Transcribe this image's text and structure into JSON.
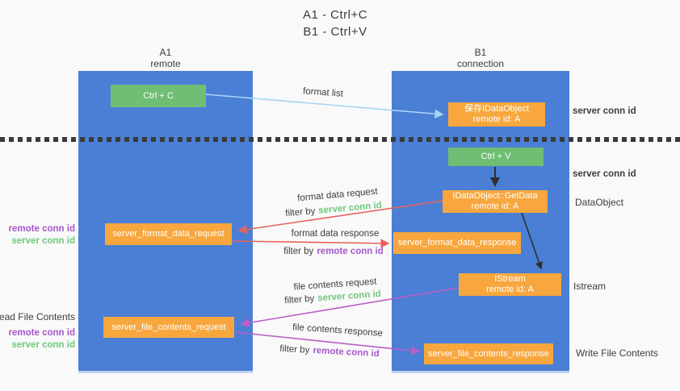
{
  "title": {
    "line1": "A1 - Ctrl+C",
    "line2": "B1 - Ctrl+V"
  },
  "columns": {
    "left": {
      "name": "A1",
      "subtitle": "remote"
    },
    "right": {
      "name": "B1",
      "subtitle": "connection"
    }
  },
  "nodes": {
    "ctrl_c": "Ctrl + C",
    "ctrl_v": "Ctrl + V",
    "save_idataobject": {
      "line1": "保存IDataObject",
      "line2": "remote id: A"
    },
    "getdata": {
      "line1": "IDataObject::GetData",
      "line2": "remote id: A"
    },
    "istream": {
      "line1": "IStream",
      "line2": "remote id: A"
    },
    "format_request": "server_format_data_request",
    "format_response": "server_format_data_response",
    "file_request": "server_file_contents_request",
    "file_response": "server_file_contents_response"
  },
  "edge_labels": {
    "format_list": "format list",
    "format_data_request": "format data request",
    "format_data_response": "format data response",
    "file_contents_request": "file contents request",
    "file_contents_response": "file contents response",
    "filter_by": "filter by",
    "server_conn_id": "server conn id",
    "remote_conn_id": "remote conn id"
  },
  "side_labels": {
    "right_server_conn_id_top": "server conn id",
    "right_server_conn_id_mid": "server conn id",
    "dataobject": "DataObject",
    "istream": "Istream",
    "write_file_contents": "Write File Contents",
    "read_file_contents": "Read File Contents",
    "left_remote_conn_id_1": "remote conn id",
    "left_server_conn_id_1": "server conn id",
    "left_remote_conn_id_2": "remote conn id",
    "left_server_conn_id_2": "server conn id"
  },
  "colors": {
    "lifeline_blue": "#4a7fd5",
    "node_green": "#6fbe74",
    "node_orange": "#f7a73e",
    "arrow_lightblue": "#a8d4f3",
    "arrow_red": "#e8635c",
    "arrow_magenta": "#b95fc5",
    "arrow_black": "#2f2f2f",
    "text_green": "#6ec87b",
    "text_purple": "#a757cd",
    "background": "#f9f9f9"
  }
}
